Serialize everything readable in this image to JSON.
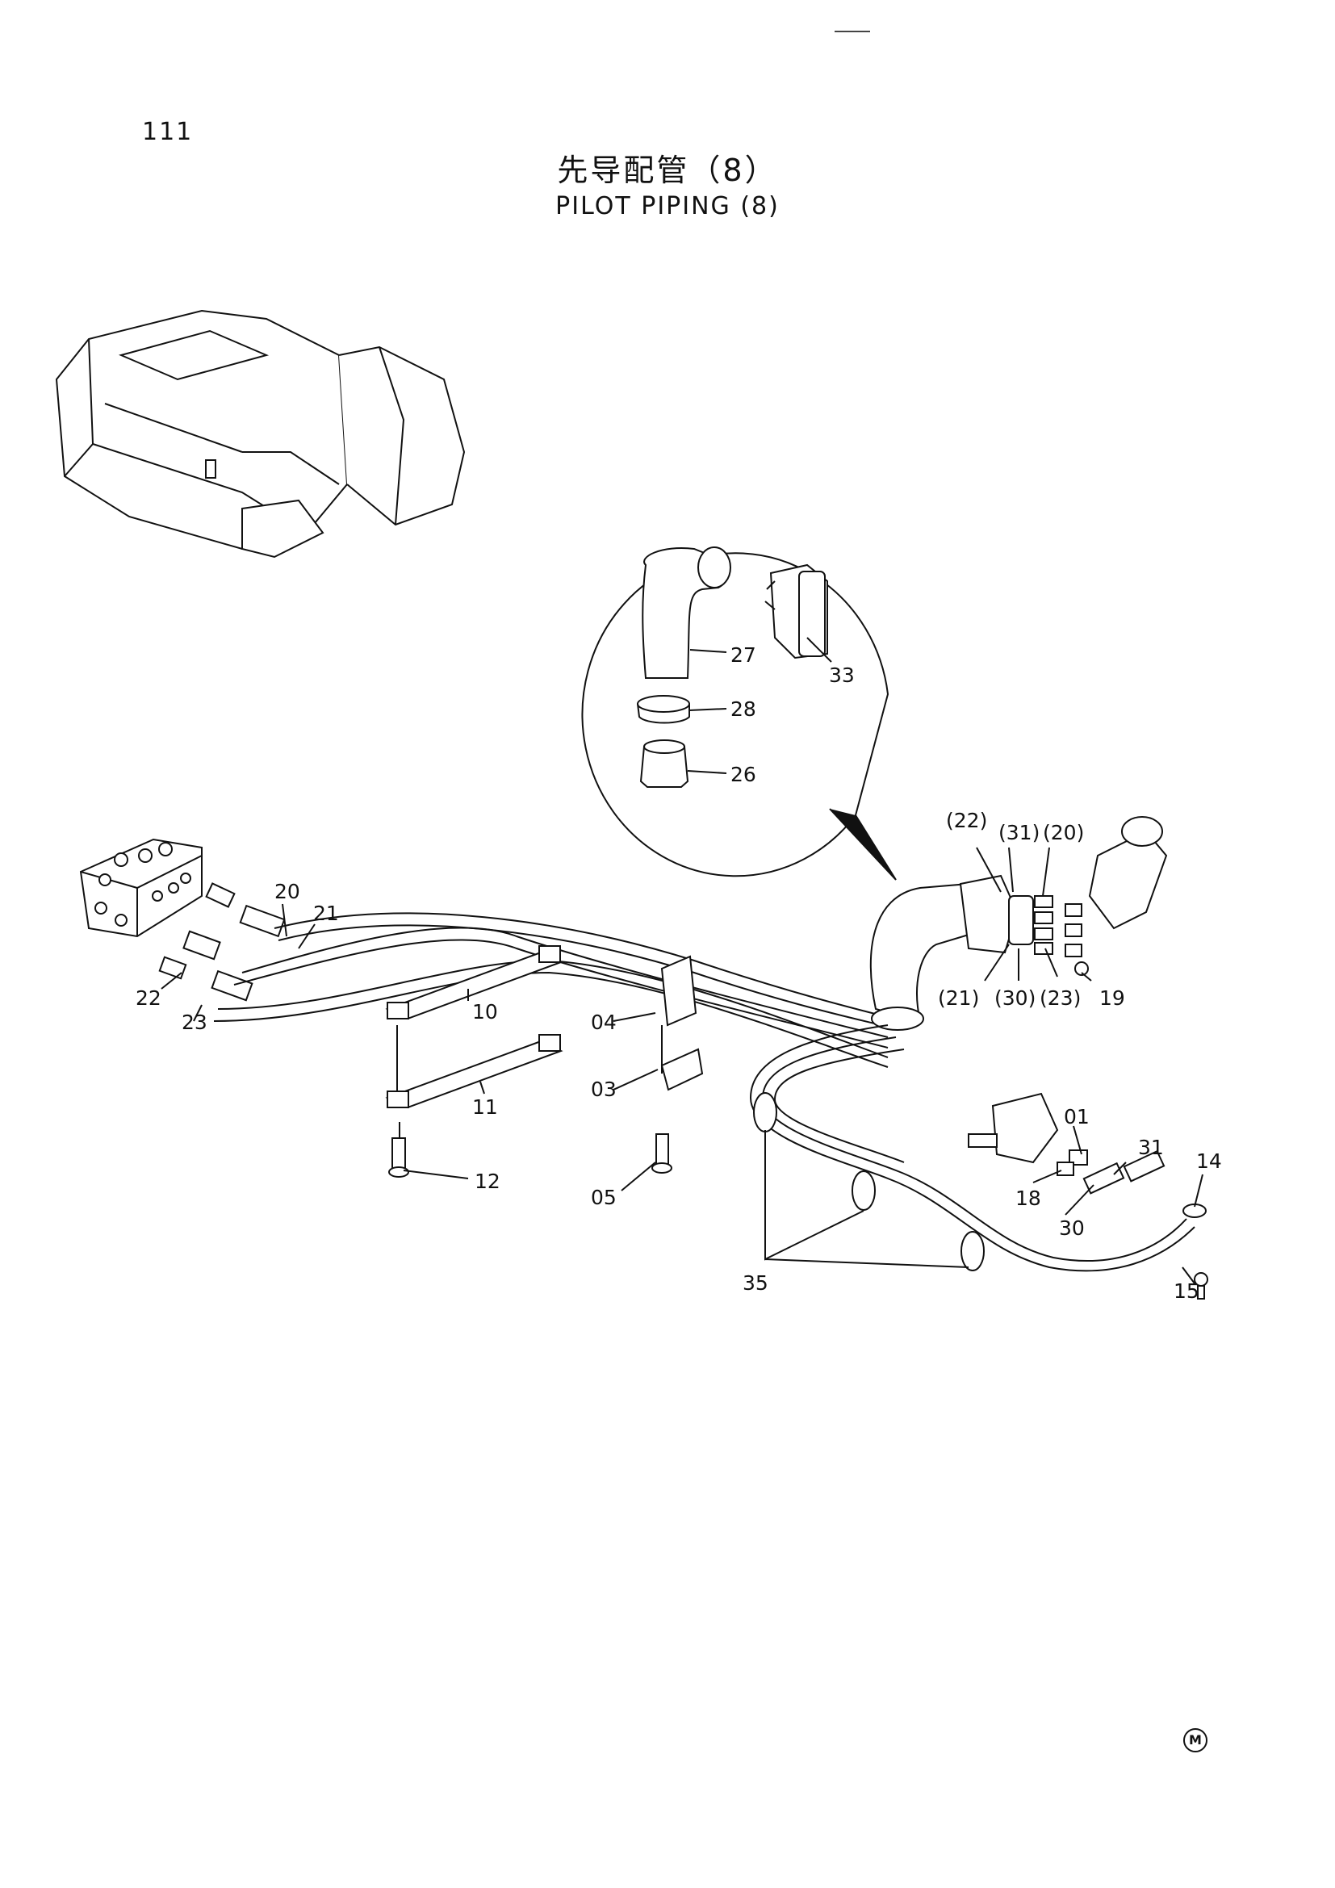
{
  "header": {
    "page_number": "111",
    "title_cn": "先导配管（8）",
    "title_en": "PILOT  PIPING (8)"
  },
  "footer": {
    "mark": "M"
  },
  "callouts": {
    "c27": "27",
    "c33": "33",
    "c28": "28",
    "c26": "26",
    "c22p": "(22)",
    "c31p": "(31)",
    "c20p": "(20)",
    "c21p": "(21)",
    "c30p": "(30)",
    "c23p": "(23)",
    "c19": "19",
    "c20": "20",
    "c21": "21",
    "c22": "22",
    "c23": "23",
    "c10": "10",
    "c11": "11",
    "c12": "12",
    "c04": "04",
    "c03": "03",
    "c05": "05",
    "c01": "01",
    "c31": "31",
    "c14": "14",
    "c18": "18",
    "c30": "30",
    "c15": "15",
    "c35": "35"
  }
}
